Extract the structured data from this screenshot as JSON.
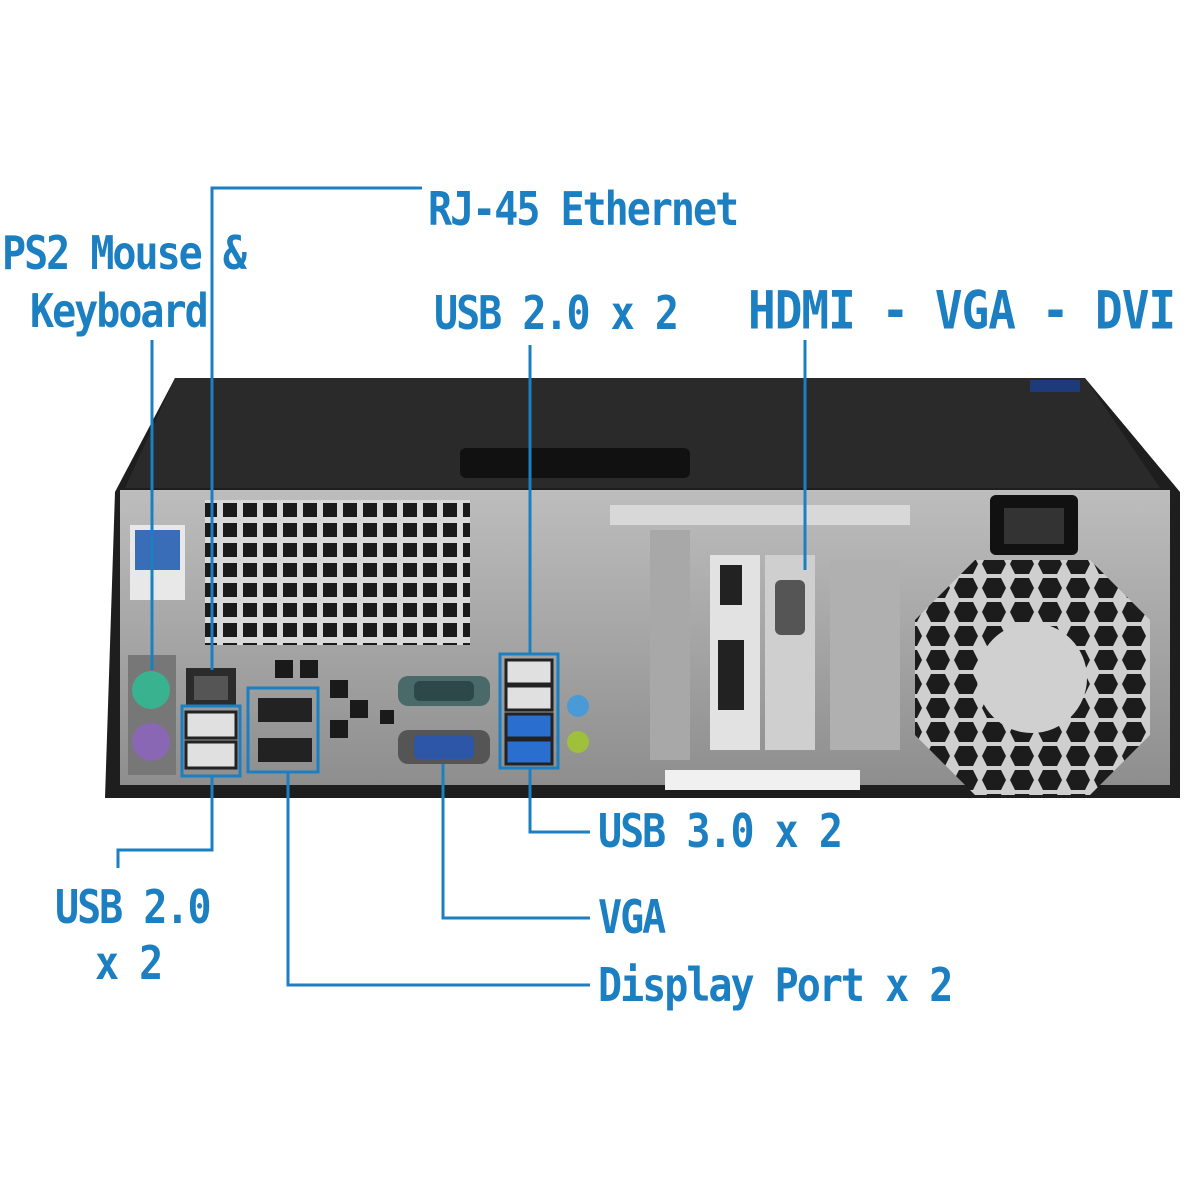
{
  "callouts": {
    "rj45": "RJ-45 Ethernet",
    "ps2_line1": "PS2 Mouse &",
    "ps2_line2": "Keyboard",
    "usb20_top": "USB 2.0 x 2",
    "hdmi_vga_dvi": "HDMI - VGA - DVI",
    "usb30": "USB 3.0 x 2",
    "usb20_left_line1": "USB 2.0",
    "usb20_left_line2": "x 2",
    "vga": "VGA",
    "displayport": "Display Port x 2"
  },
  "colors": {
    "callout_blue": "#1b7fc2",
    "chassis": "#1e1e1e",
    "panel_metal": "#9c9c9c",
    "ps2_mouse": "#39b38f",
    "ps2_keyboard": "#8a67b5",
    "usb3_blue": "#2a6fd0",
    "vga_blue": "#2d55a8",
    "audio_blue": "#4a9ad8",
    "audio_green": "#9fc03a"
  }
}
